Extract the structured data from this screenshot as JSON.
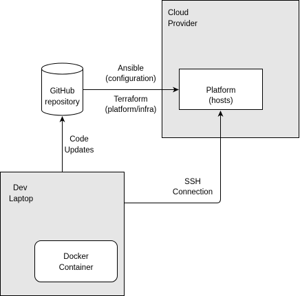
{
  "colors": {
    "container_fill": "#e6e6e6",
    "box_fill": "#ffffff",
    "stroke": "#000000"
  },
  "cloud_provider": {
    "label_line1": "Cloud",
    "label_line2": "Provider"
  },
  "platform": {
    "label_line1": "Platform",
    "label_line2": "(hosts)"
  },
  "github": {
    "shape": "cylinder-database-icon",
    "label_line1": "GitHub",
    "label_line2": "repository"
  },
  "dev_laptop": {
    "label_line1": "Dev",
    "label_line2": "Laptop"
  },
  "docker": {
    "label_line1": "Docker",
    "label_line2": "Container"
  },
  "edges": {
    "ansible": {
      "line1": "Ansible",
      "line2": "(configuration)"
    },
    "terraform": {
      "line1": "Terraform",
      "line2": "(platform/infra)"
    },
    "code_updates": {
      "line1": "Code",
      "line2": "Updates"
    },
    "ssh": {
      "line1": "SSH",
      "line2": "Connection"
    }
  }
}
